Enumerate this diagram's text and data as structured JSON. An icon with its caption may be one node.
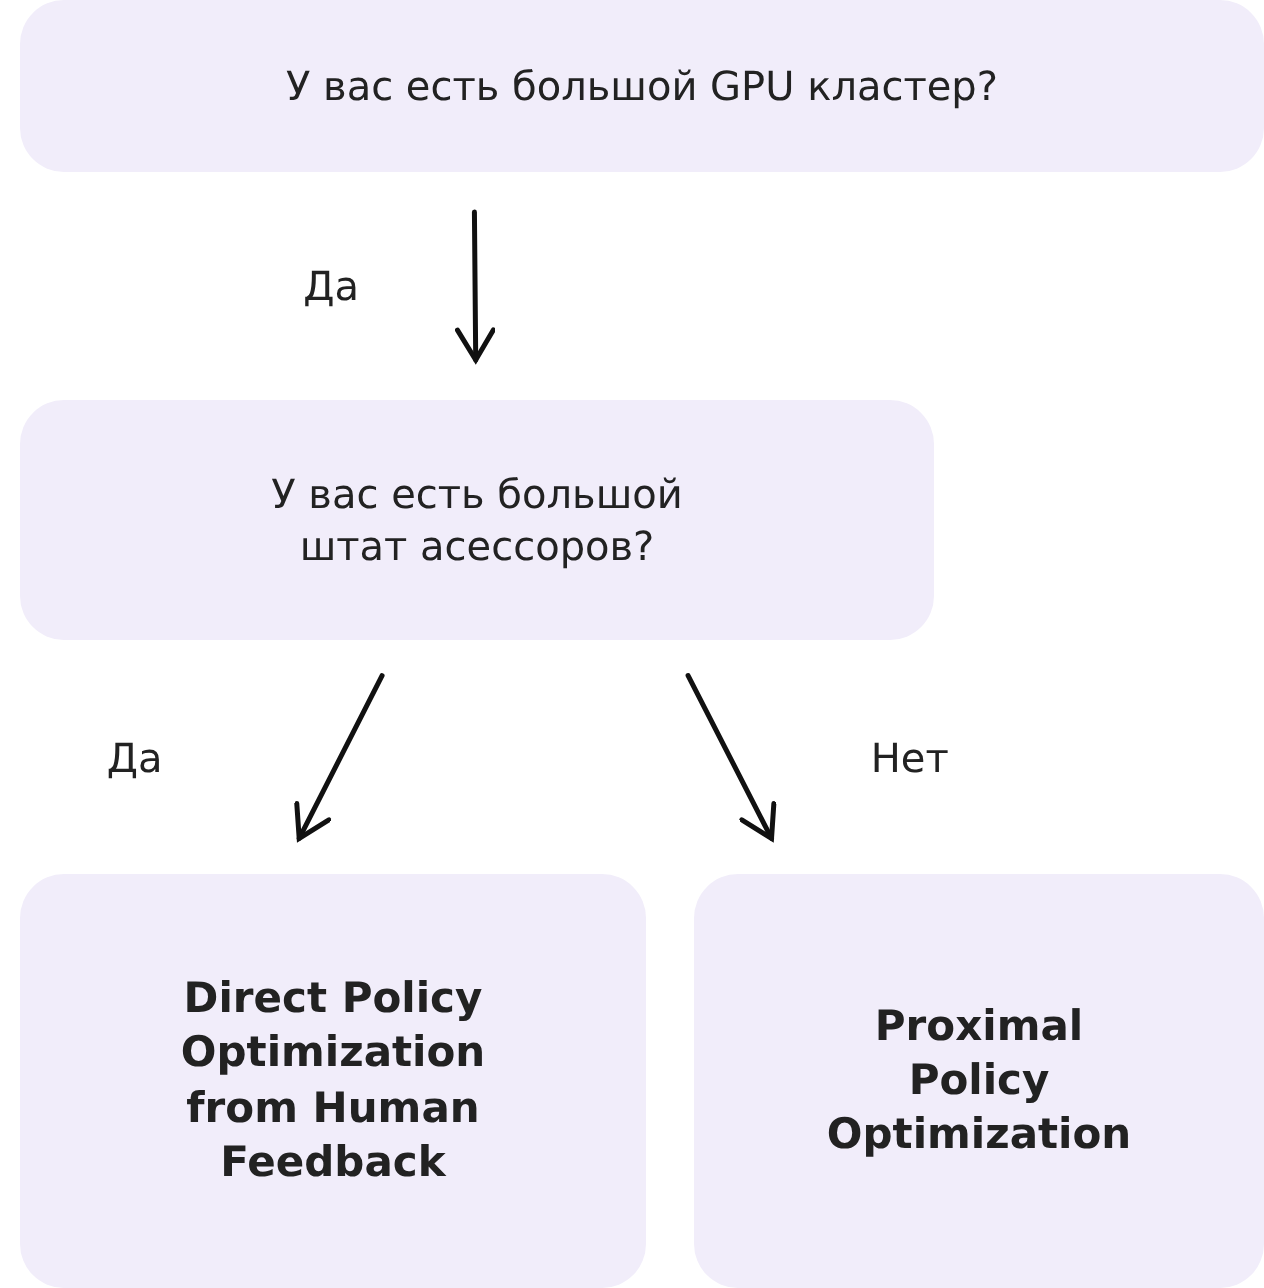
{
  "diagram": {
    "nodes": [
      {
        "text": [
          "У вас есть большой GPU кластер?"
        ]
      },
      {
        "text": [
          "У вас есть большой штат асессоров?"
        ]
      },
      {
        "text": [
          "Direct Policy Optimization from Human Feedback"
        ]
      },
      {
        "text": [
          "Proximal Policy Optimization"
        ]
      }
    ],
    "edges": [
      {
        "from": 0,
        "to": 1,
        "arrow": "to",
        "label": "Да"
      },
      {
        "from": 1,
        "to": 2,
        "arrow": "to",
        "label": "Да"
      },
      {
        "from": 1,
        "to": 3,
        "arrow": "to",
        "label": "Нет"
      }
    ]
  }
}
